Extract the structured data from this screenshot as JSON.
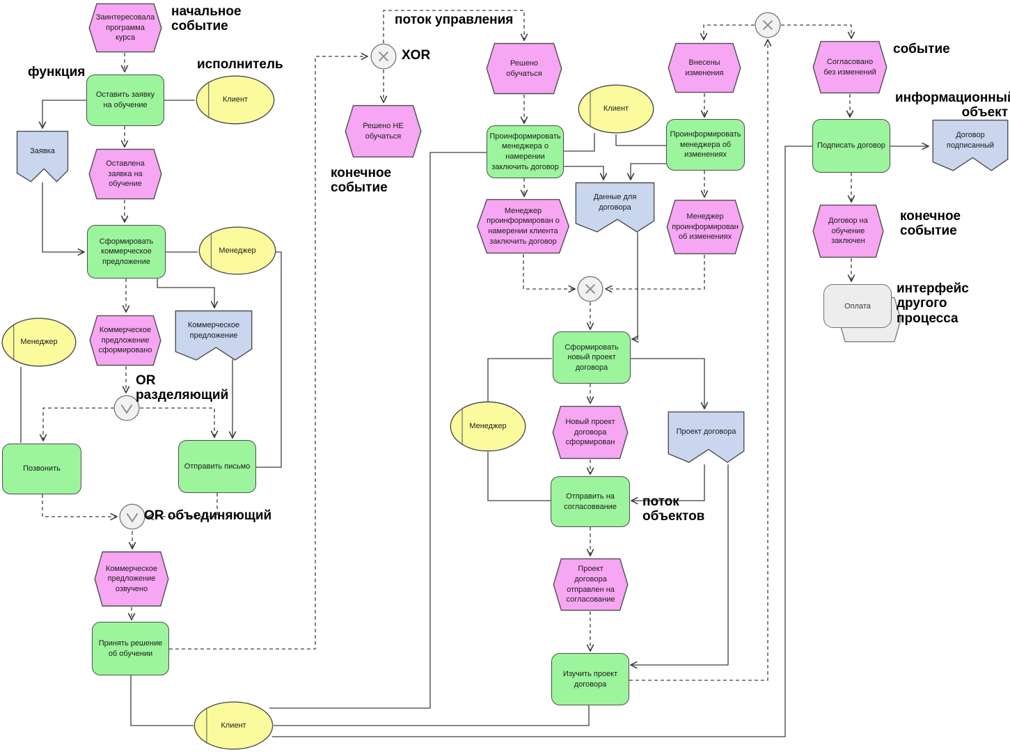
{
  "colors": {
    "event": "#f6a6f2",
    "function": "#9cf49c",
    "performer": "#fbfb9e",
    "document": "#c9d6ee",
    "connector": "#f1f1f1",
    "interface": "#ededed",
    "line": "#3d3d3d"
  },
  "nodes": {
    "ev_interested": {
      "label": "Заинтересовала программа курса"
    },
    "fn_leave_request": {
      "label": "Оставить заявку на обучение"
    },
    "pf_client1": {
      "label": "Клиент"
    },
    "doc_request": {
      "label": "Заявка"
    },
    "ev_request_left": {
      "label": "Оставлена заявка на обучение"
    },
    "fn_form_offer": {
      "label": "Сформировать коммерческое предложение"
    },
    "pf_manager1": {
      "label": "Менеджер"
    },
    "pf_manager2": {
      "label": "Менеджер"
    },
    "ev_offer_formed": {
      "label": "Коммерческое предложение сформировано"
    },
    "doc_offer": {
      "label": "Коммерческое предложение"
    },
    "fn_call": {
      "label": "Позвонить"
    },
    "fn_send_letter": {
      "label": "Отправить письмо"
    },
    "ev_offer_voiced": {
      "label": "Коммерческое предложение озвучено"
    },
    "fn_decide": {
      "label": "Принять решение об обучении"
    },
    "pf_client2": {
      "label": "Клиент"
    },
    "ev_not_study": {
      "label": "Решено НЕ обучаться"
    },
    "ev_study": {
      "label": "Решено обучаться"
    },
    "fn_inform_intent": {
      "label": "Проинформировать менеджера о намерении заключить договор"
    },
    "ev_mgr_intent": {
      "label": "Менеджер проинформирован о намерении клиента заключить договор"
    },
    "pf_client3": {
      "label": "Клиент"
    },
    "ev_changes": {
      "label": "Внесены изменения"
    },
    "fn_inform_changes": {
      "label": "Проинформировать менеджера об изменениях"
    },
    "doc_contract_data": {
      "label": "Данные для договора"
    },
    "ev_mgr_changes": {
      "label": "Менеджер проинформирован об изменениях"
    },
    "fn_new_draft": {
      "label": "Сформировать новый проект договора"
    },
    "pf_manager3": {
      "label": "Менеджер"
    },
    "ev_draft_formed": {
      "label": "Новый проект договора сформирован"
    },
    "doc_draft": {
      "label": "Проект договора"
    },
    "fn_send_approval": {
      "label": "Отправить на согласоввание"
    },
    "ev_draft_sent": {
      "label": "Проект договора отправлен на согласование"
    },
    "fn_study_draft": {
      "label": "Изучить проект договора"
    },
    "ev_approved": {
      "label": "Согласовано без изменений"
    },
    "fn_sign": {
      "label": "Подписать договор"
    },
    "doc_signed": {
      "label": "Договор подписанный"
    },
    "ev_concluded": {
      "label": "Договор на обучение заключен"
    },
    "if_payment": {
      "label": "Оплата"
    }
  },
  "annotations": {
    "start_event": "начальное событие",
    "function": "функция",
    "performer": "исполнитель",
    "control_flow": "поток управления",
    "xor": "XOR",
    "final_event_left": "конечное событие",
    "or_split": "OR разделяющий",
    "or_join": "OR объединяющий",
    "object_flow": "поток объектов",
    "event": "событие",
    "info_object": "информационный объект",
    "final_event_right": "конечное событие",
    "interface": "интерфейс другого процесса"
  }
}
